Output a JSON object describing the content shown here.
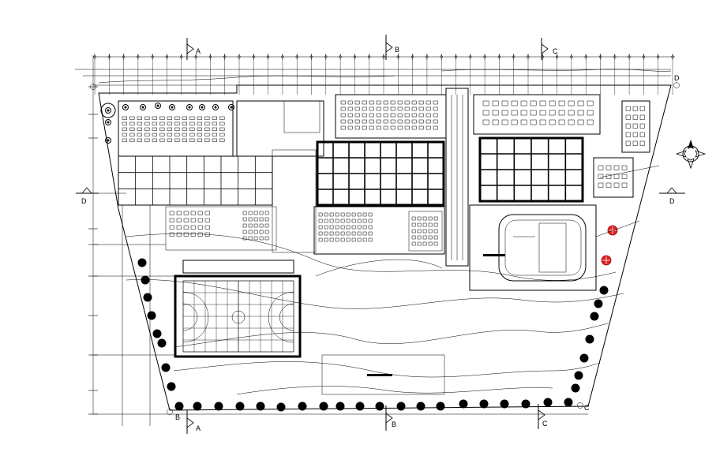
{
  "section_markers": {
    "top": [
      "A",
      "B",
      "C"
    ],
    "bottom": [
      "A",
      "B",
      "C"
    ],
    "left": "D",
    "right": "D",
    "corner_labels": [
      "D",
      "B",
      "C"
    ]
  },
  "colors": {
    "line": "#000000",
    "background": "#ffffff",
    "marker_red": "#e02020"
  },
  "icons": {
    "north_arrow": "compass-rose-icon",
    "fire_marker": "red-circle-icon",
    "tree": "tree-symbol-icon"
  }
}
